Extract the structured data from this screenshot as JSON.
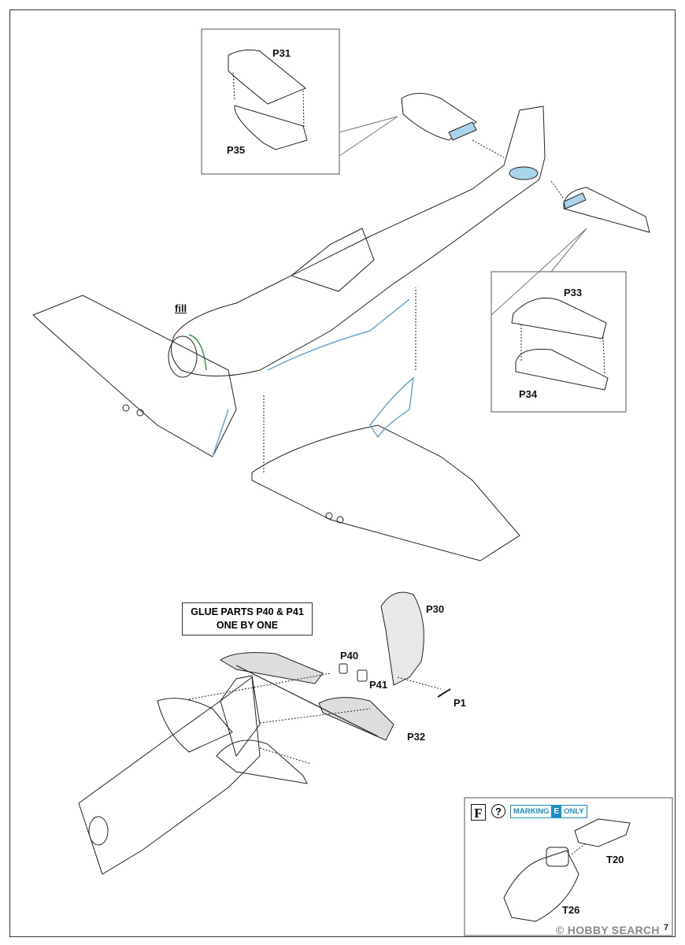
{
  "parts": {
    "p31": "P31",
    "p35": "P35",
    "p33": "P33",
    "p34": "P34",
    "p30": "P30",
    "p40": "P40",
    "p41": "P41",
    "p1": "P1",
    "p32": "P32",
    "t20": "T20",
    "t26": "T26"
  },
  "fill_label": "fill",
  "glue_note": {
    "line1": "GLUE PARTS P40 & P41",
    "line2": "ONE BY ONE"
  },
  "section_f": {
    "letter": "F",
    "help_symbol": "?",
    "marking_prefix": "MARKING",
    "marking_code": "E",
    "marking_suffix": "ONLY"
  },
  "watermark": "© HOBBY SEARCH",
  "page_number": "7",
  "colors": {
    "line": "#222222",
    "highlight_blue": "#a9d4ea",
    "edge_blue": "#6aa7cf",
    "fill_green": "#2e9e4a",
    "accent_blue": "#1a8fc4"
  }
}
